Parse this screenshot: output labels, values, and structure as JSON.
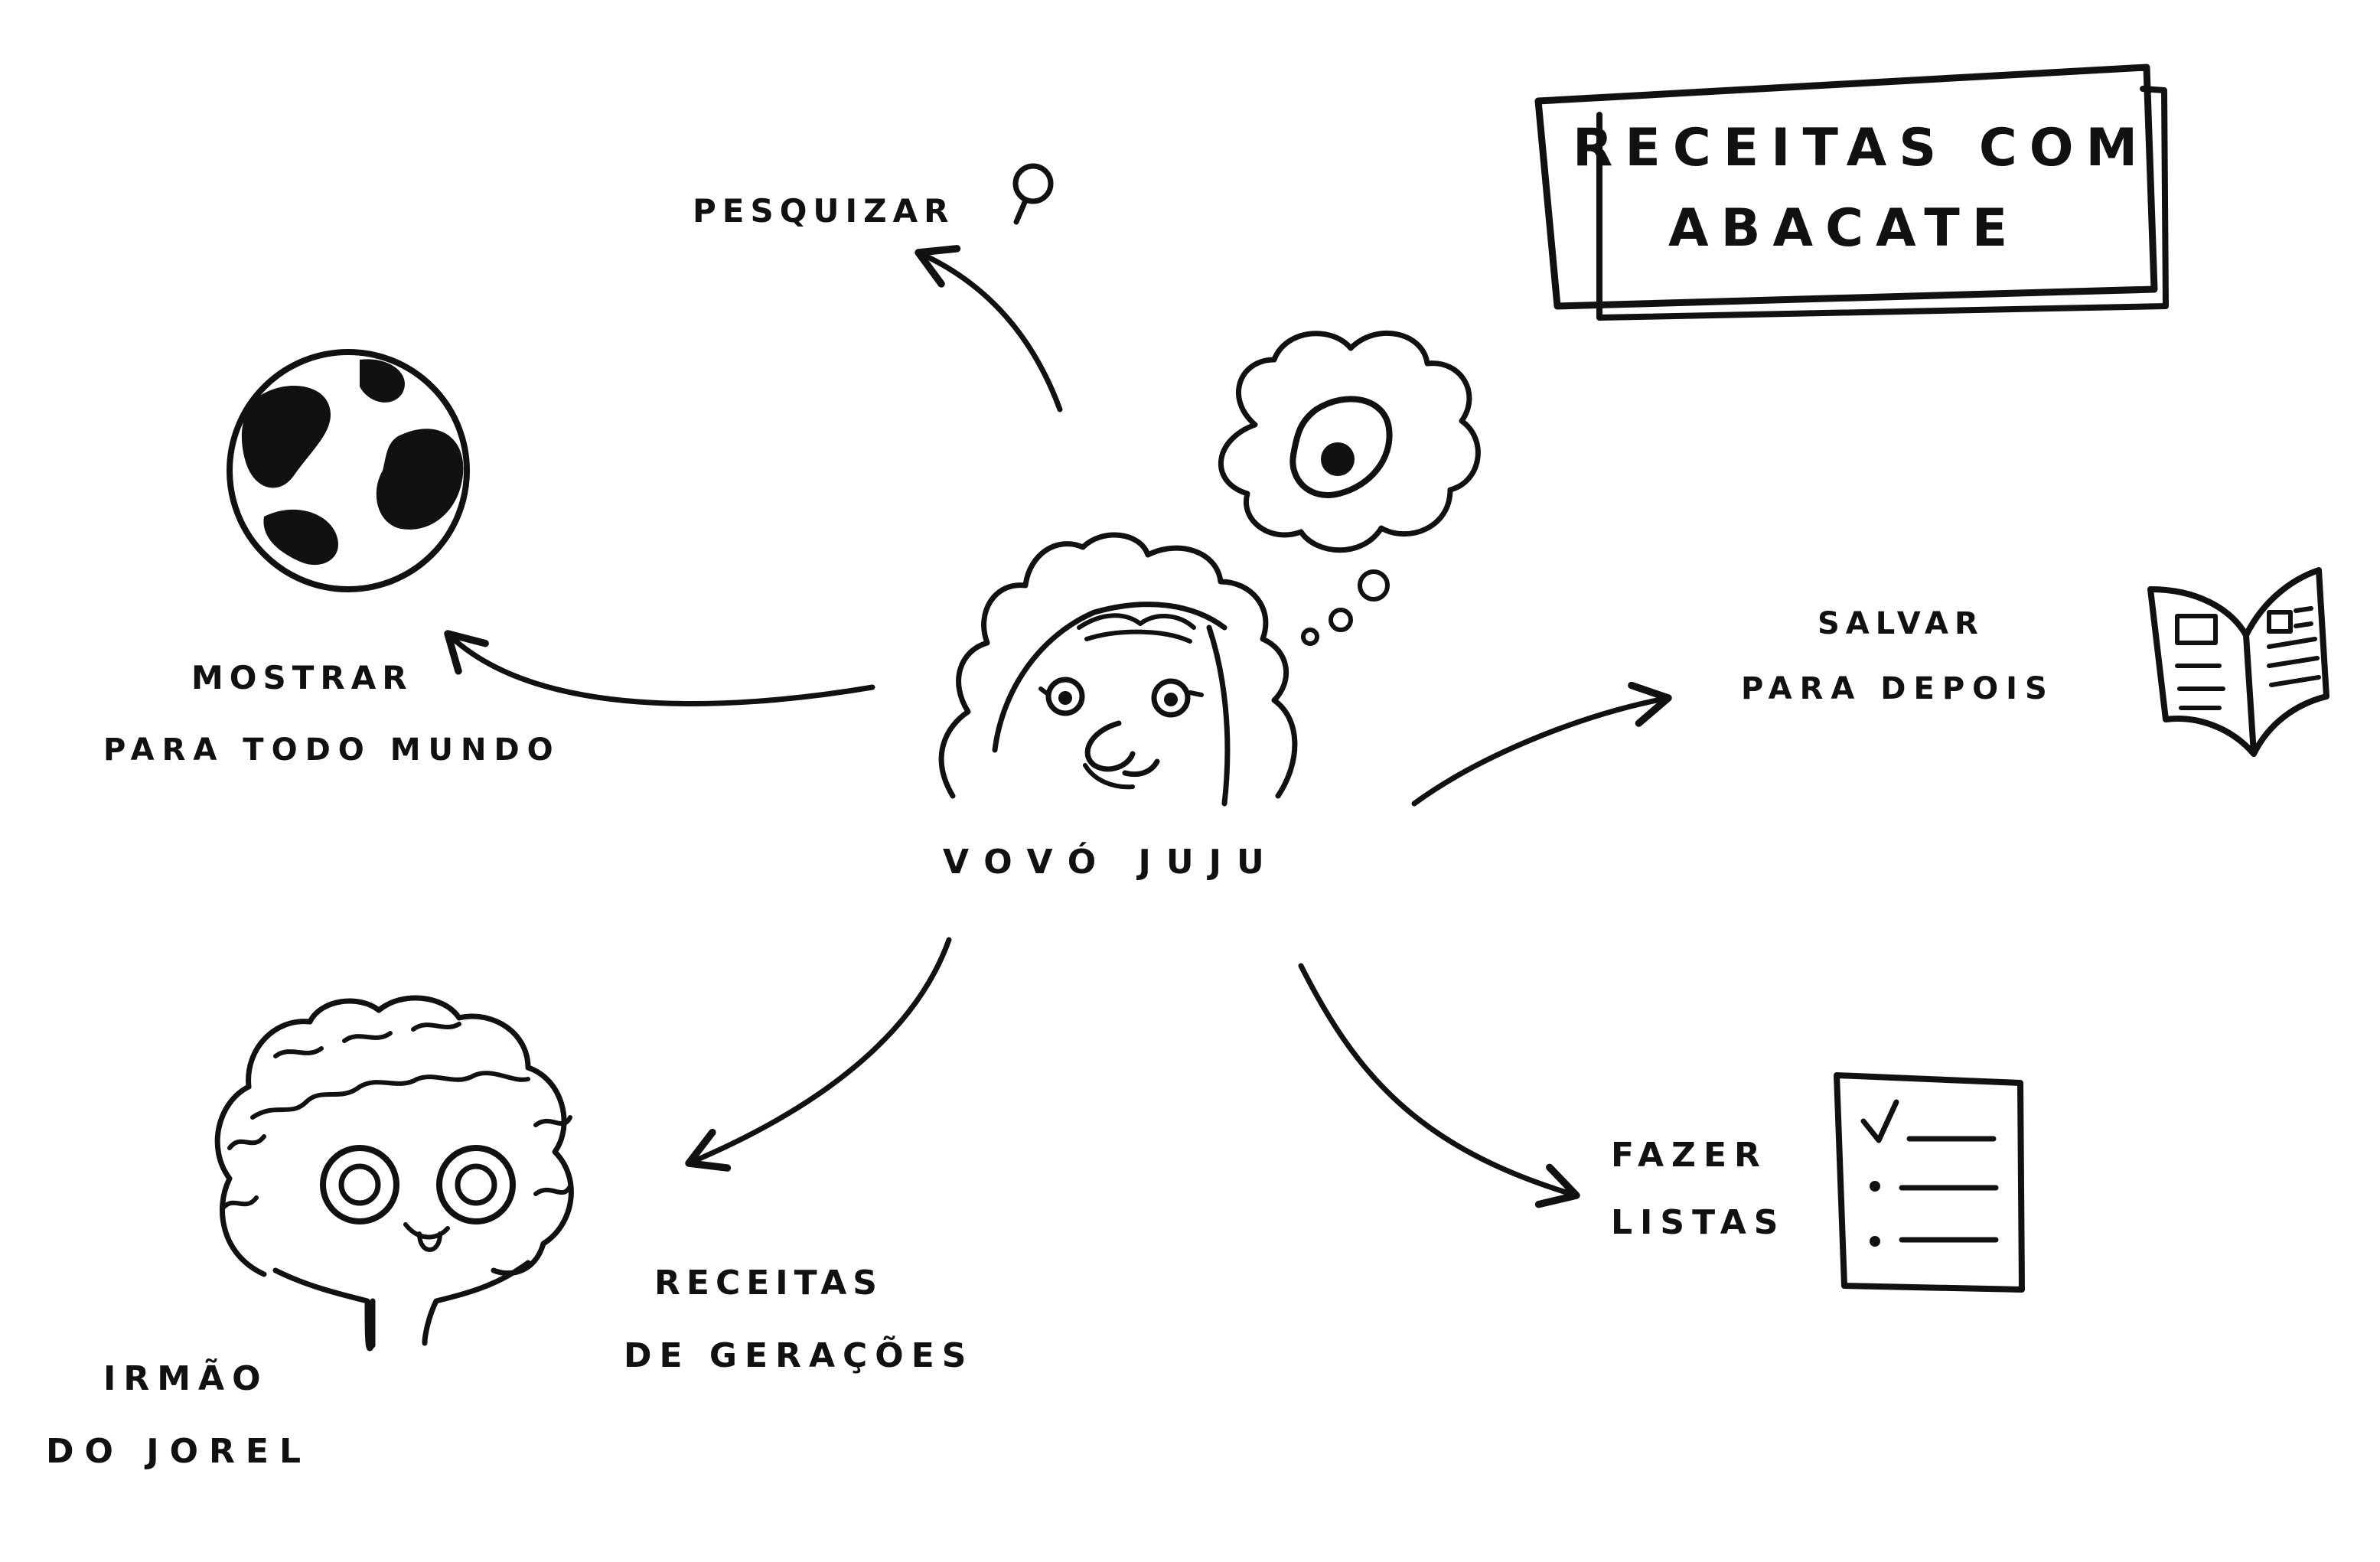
{
  "title": {
    "line1": "RECEITAS COM",
    "line2": "ABACATE"
  },
  "center": {
    "label": "VOVÓ JUJU",
    "icons": {
      "character": "grandma-face-icon",
      "thought": "avocado-thought-bubble-icon"
    }
  },
  "nodes": [
    {
      "key": "search",
      "line1": "PESQUIZAR",
      "line2": "",
      "icon": "magnifier-icon"
    },
    {
      "key": "share",
      "line1": "MOSTRAR",
      "line2": "PARA TODO MUNDO",
      "icon": "globe-icon"
    },
    {
      "key": "save",
      "line1": "SALVAR",
      "line2": "PARA DEPOIS",
      "icon": "open-book-icon"
    },
    {
      "key": "lists",
      "line1": "FAZER",
      "line2": "LISTAS",
      "icon": "checklist-icon"
    },
    {
      "key": "generations",
      "line1": "RECEITAS",
      "line2": "DE GERAÇÕES",
      "icon": ""
    },
    {
      "key": "brother",
      "line1": "IRMÃO",
      "line2": "DO JOREL",
      "icon": "boy-face-icon"
    }
  ],
  "colors": {
    "ink": "#111111",
    "paper": "#ffffff"
  }
}
